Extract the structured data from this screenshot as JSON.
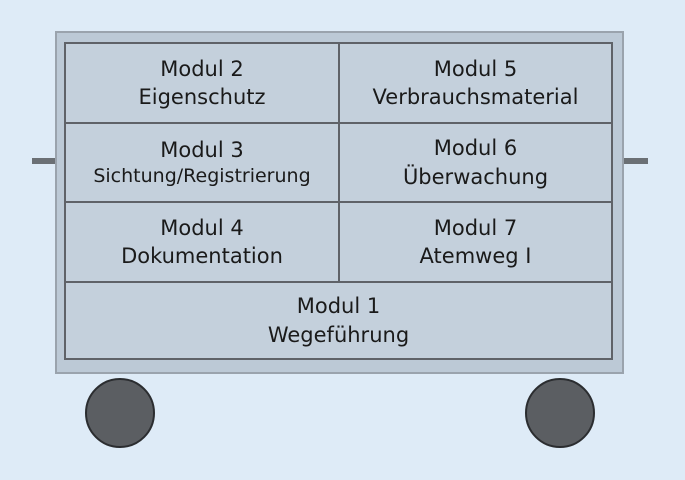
{
  "modules": {
    "m2": {
      "name": "Modul 2",
      "desc": "Eigenschutz"
    },
    "m5": {
      "name": "Modul 5",
      "desc": "Verbrauchsmaterial"
    },
    "m3": {
      "name": "Modul 3",
      "desc": "Sichtung/Registrierung"
    },
    "m6": {
      "name": "Modul 6",
      "desc": "Überwachung"
    },
    "m4": {
      "name": "Modul 4",
      "desc": "Dokumentation"
    },
    "m7": {
      "name": "Modul 7",
      "desc": "Atemweg I"
    },
    "m1": {
      "name": "Modul 1",
      "desc": "Wegeführung"
    }
  },
  "colors": {
    "background": "#deebf7",
    "cart_body": "#bcc9d6",
    "grid_fill": "#c4d0dc",
    "grid_lines": "#5f6268",
    "wheels": "#5b5e62",
    "handles": "#6b7075"
  }
}
